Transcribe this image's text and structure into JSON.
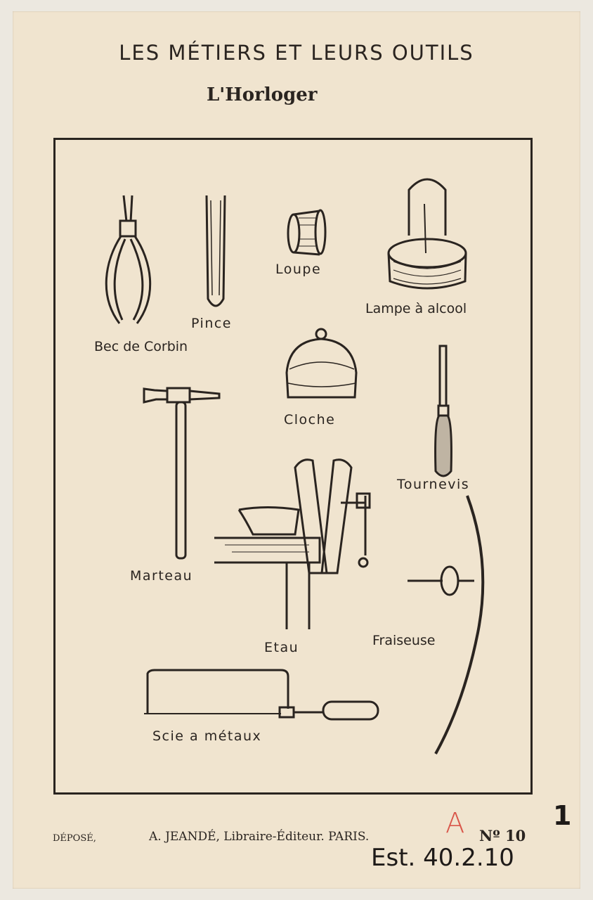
{
  "header": {
    "title": "LES MÉTIERS ET  LEURS OUTILS",
    "subtitle": "L'Horloger"
  },
  "tools": {
    "loupe": "Loupe",
    "pince": "Pince",
    "bec_de_corbin": "Bec de Corbin",
    "lampe": "Lampe à alcool",
    "cloche": "Cloche",
    "tournevis": "Tournevis",
    "marteau": "Marteau",
    "etau": "Etau",
    "fraiseuse": "Fraiseuse",
    "scie": "Scie a métaux"
  },
  "footer": {
    "depose": "DÉPOSÉ,",
    "publisher": "A. JEANDÉ, Libraire-Éditeur. PARIS.",
    "red_mark": "A",
    "number": "Nº 10",
    "hand_mark": "1",
    "catalog": "Est. 40.2.10"
  },
  "colors": {
    "paper": "#f0e4cf",
    "ink": "#2a2420",
    "red": "#d9564a"
  }
}
